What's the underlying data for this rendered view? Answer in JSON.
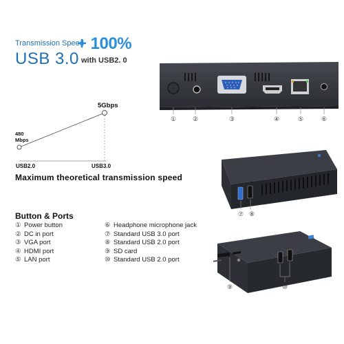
{
  "headline": {
    "line1_small": "Transmission Speed",
    "line1_big": "+ 100%",
    "line2_big": "USB 3.0",
    "line2_small": "with USB2. 0"
  },
  "speed_chart": {
    "top_value_label": "5Gbps",
    "bottom_value_label_line1": "480",
    "bottom_value_label_line2": "Mbps",
    "left_axis_label": "USB2.0",
    "right_axis_label": "USB3.0",
    "caption": "Maximum theoretical transmission speed"
  },
  "port_labels": {
    "rear_port_numbers": [
      "①",
      "②",
      "③",
      "④",
      "⑤",
      "⑥"
    ],
    "side_port_numbers": [
      "⑦",
      "⑧"
    ],
    "front_port_numbers": [
      "⑨",
      "⑩"
    ]
  },
  "legend": {
    "title": "Button & Ports",
    "left_items": [
      {
        "num": "①",
        "label": "Power button"
      },
      {
        "num": "②",
        "label": "DC in port"
      },
      {
        "num": "③",
        "label": "VGA port"
      },
      {
        "num": "④",
        "label": "HDMI port"
      },
      {
        "num": "⑤",
        "label": "LAN port"
      }
    ],
    "right_items": [
      {
        "num": "⑥",
        "label": "Headphone microphone jack"
      },
      {
        "num": "⑦",
        "label": "Standard USB 3.0 port"
      },
      {
        "num": "⑧",
        "label": "Standard USB 2.0 port"
      },
      {
        "num": "⑨",
        "label": "SD card"
      },
      {
        "num": "⑩",
        "label": "Standard USB 2.0 port"
      }
    ]
  },
  "colors": {
    "accent_blue": "#1f6fb5",
    "accent_blue_bright": "#2a8fd8",
    "device_body": "#2b2e33",
    "device_top": "#3a3e44"
  }
}
